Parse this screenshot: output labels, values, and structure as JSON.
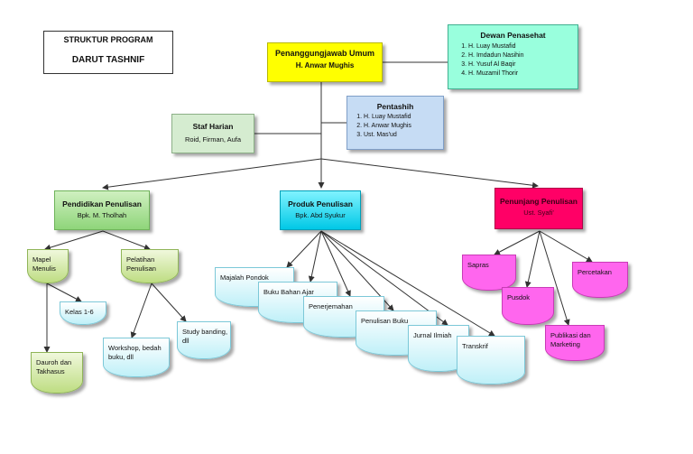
{
  "title_box": {
    "line1": "STRUKTUR PROGRAM",
    "line2": "DARUT TASHNIF"
  },
  "root": {
    "title": "Penanggungjawab Umum",
    "name": "H. Anwar Mughis"
  },
  "advisors": {
    "title": "Dewan Penasehat",
    "members": [
      "H. Luay Mustafid",
      "H. Imdadun Nasihin",
      "H. Yusuf Al Baqir",
      "H. Muzamil Thorir"
    ]
  },
  "verifier": {
    "title": "Pentashih",
    "members": [
      "H. Luay Mustafid",
      "H. Anwar Mughis",
      "Ust. Mas'ud"
    ]
  },
  "daily_staff": {
    "title": "Staf Harian",
    "names": "Roid, Firman, Aufa"
  },
  "divisions": {
    "education": {
      "title": "Pendidikan Penulisan",
      "head": "Bpk. M. Tholhah",
      "children": {
        "mapel": "Mapel Menulis",
        "pelatihan": "Pelatihan Penulisan",
        "kelas": "Kelas 1-6",
        "dauroh": "Dauroh dan Takhasus",
        "workshop": "Workshop, bedah buku, dll",
        "study": "Study banding, dll"
      }
    },
    "product": {
      "title": "Produk Penulisan",
      "head": "Bpk. Abd Syukur",
      "children": [
        "Majalah Pondok",
        "Buku Bahan Ajar",
        "Penerjemahan",
        "Penulisan Buku",
        "Jurnal Ilmiah",
        "Transkrif"
      ]
    },
    "support": {
      "title": "Penunjang Penulisan",
      "head": "Ust. Syafi'",
      "children": [
        "Sapras",
        "Pusdok",
        "Publikasi dan Marketing",
        "Percetakan"
      ]
    }
  },
  "colors": {
    "root": "#ffff00",
    "advisors": "#99ffdd",
    "verifier": "#c6dcf4",
    "daily_staff": "#d5ecd0",
    "education": "#8fd57a",
    "product": "#00c8e6",
    "support": "#ff0066",
    "support_children": "#ff66ee"
  }
}
